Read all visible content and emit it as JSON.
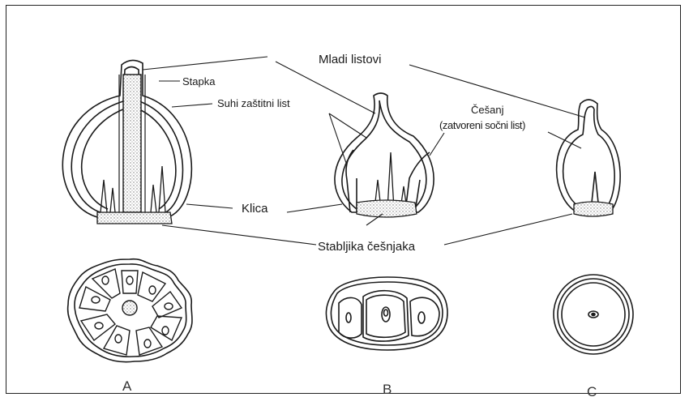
{
  "labels": {
    "mladi_listovi": "Mladi listovi",
    "stapka": "Stapka",
    "suhi_zastitni_list": "Suhi zaštitni list",
    "cesanj": "Češanj",
    "zatvoreni_socni_list": "(zatvoreni sočni list)",
    "klica": "Klica",
    "stabljika_cesnjaka": "Stabljika češnjaka",
    "letter_a": "A",
    "letter_b": "B",
    "letter_c": "C"
  },
  "colors": {
    "ink": "#1a1a1a",
    "stipple": "#777777",
    "frame": "#222222"
  }
}
